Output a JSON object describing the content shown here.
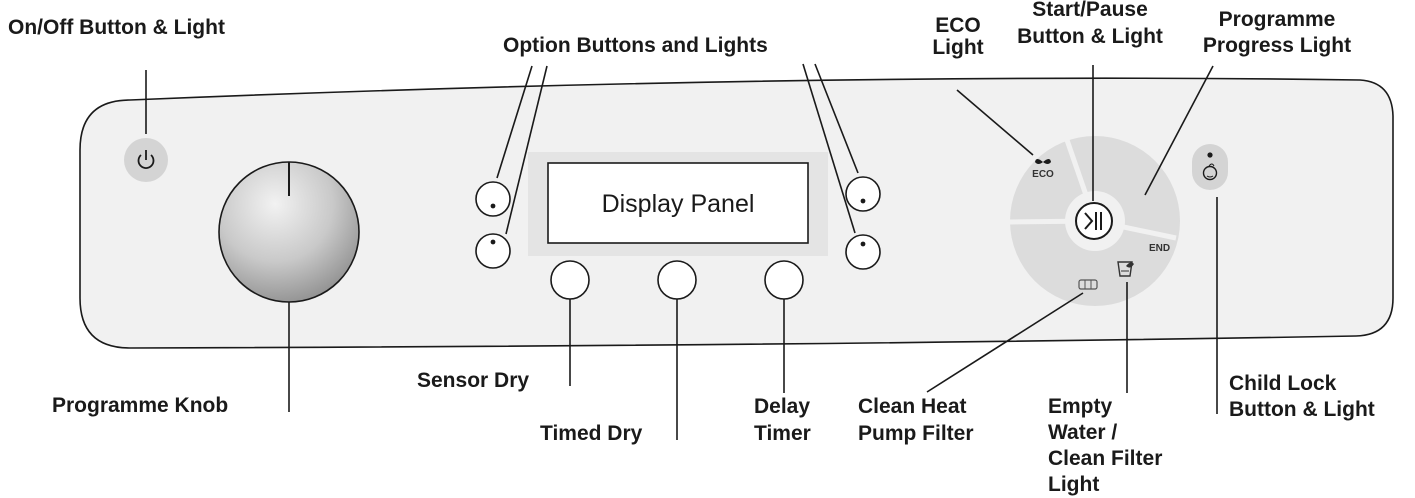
{
  "labels": {
    "onoff": "On/Off Button & Light",
    "options": "Option Buttons and Lights",
    "eco_1": "ECO",
    "eco_2": "Light",
    "start_1": "Start/Pause",
    "start_2": "Button & Light",
    "progress_1": "Programme",
    "progress_2": "Progress Light",
    "display": "Display Panel",
    "knob": "Programme Knob",
    "sensor_dry": "Sensor Dry",
    "timed_dry": "Timed Dry",
    "delay_1": "Delay",
    "delay_2": "Timer",
    "heat_1": "Clean Heat",
    "heat_2": "Pump Filter",
    "water_1": "Empty",
    "water_2": "Water /",
    "water_3": "Clean Filter",
    "water_4": "Light",
    "child_1": "Child Lock",
    "child_2": "Button & Light"
  },
  "panel_text": {
    "eco": "ECO",
    "end": "END"
  },
  "icons": {
    "power": "power-icon",
    "start_pause": "play-pause-icon",
    "eco": "leaf-icon",
    "child_lock": "child-face-icon",
    "filter": "filter-icon",
    "water": "water-tank-icon"
  },
  "colors": {
    "panel_bg": "#f1f1f1",
    "display_surround": "#e4e4e4",
    "dial_ring": "#dcdcdc",
    "button_grey": "#d4d4d4",
    "ink": "#1a1a1a"
  }
}
